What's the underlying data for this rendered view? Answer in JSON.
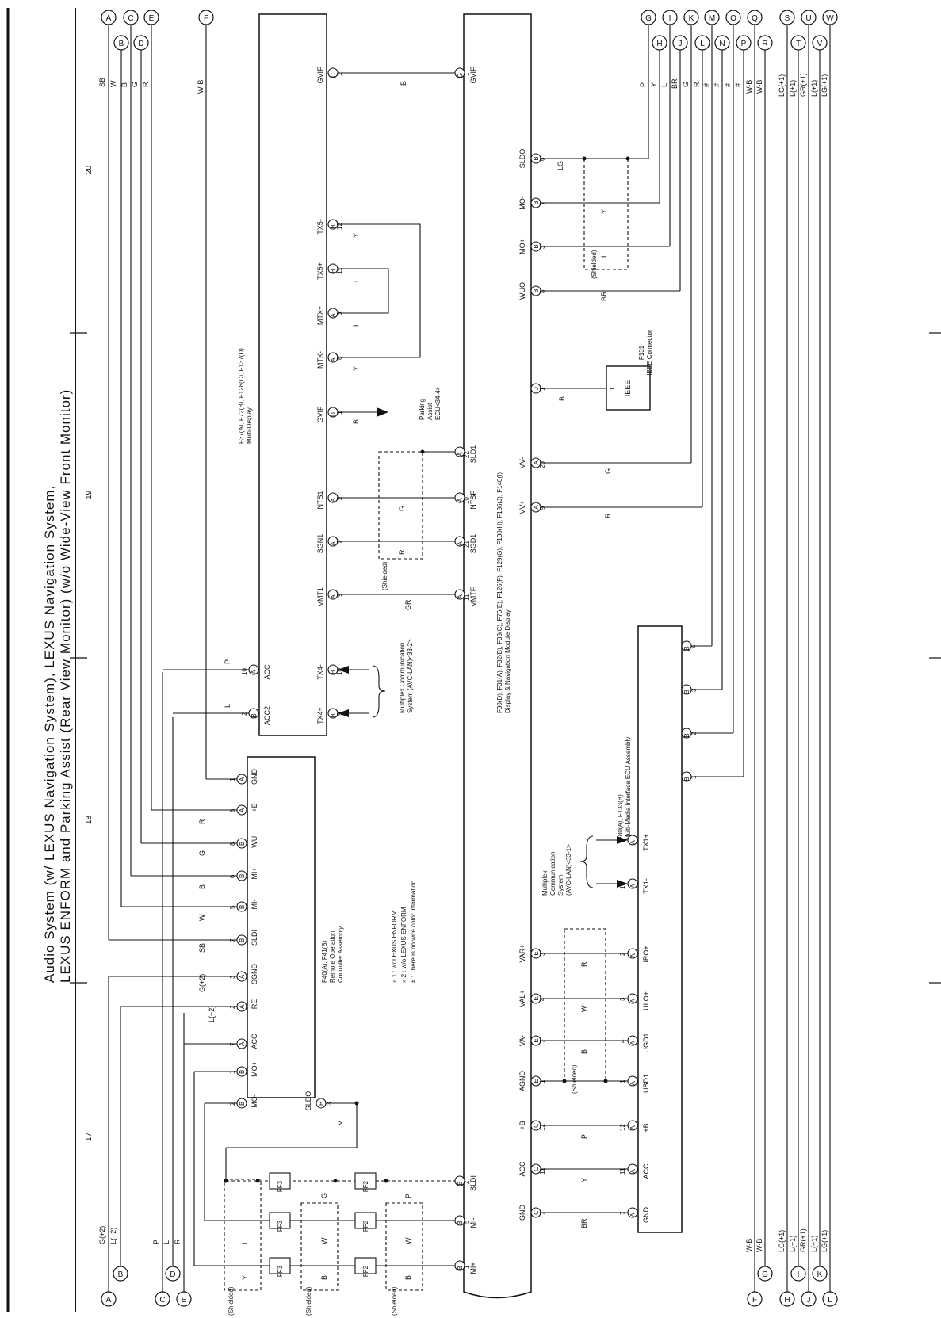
{
  "title": {
    "line1": "Audio System (w/ LEXUS Navigation System),  LEXUS Navigation System,",
    "line2": "LEXUS ENFORM and Parking Assist (Rear View Monitor) (w/o Wide-View Front Monitor)"
  },
  "grid_numbers": [
    "17",
    "18",
    "19",
    "20"
  ],
  "left_connectors": {
    "top": [
      "A",
      "B",
      "C",
      "D",
      "E",
      "F"
    ],
    "bottom": [
      "A",
      "B",
      "C",
      "D",
      "E"
    ],
    "wire_colors_top": [
      "SB",
      "W",
      "B",
      "G",
      "R",
      "W-B"
    ],
    "wire_colors_bottom": [
      "G(+2)",
      "L(+2)",
      "P",
      "L",
      "R"
    ]
  },
  "right_connectors": {
    "top": [
      "G",
      "H",
      "I",
      "J",
      "K",
      "L",
      "M",
      "N",
      "O",
      "P",
      "Q",
      "R",
      "S",
      "T",
      "U",
      "V",
      "W"
    ],
    "bottom": [
      "F",
      "G",
      "H",
      "I",
      "J",
      "K",
      "L"
    ],
    "wire_colors_top": [
      "P",
      "Y",
      "L",
      "BR",
      "G",
      "R",
      "#",
      "#",
      "#",
      "#",
      "W-B",
      "W-B",
      "LG(+1)",
      "L(+1)",
      "GR(+1)",
      "L(+1)",
      "LG(+1)"
    ],
    "wire_colors_bottom": [
      "W-B",
      "W-B",
      "LG(+1)",
      "L(+1)",
      "GR(+1)",
      "L(+1)",
      "LG(+1)"
    ]
  },
  "multi_display": {
    "label1": "F37(A), F72(B), F128(C), F137(D)",
    "label2": "Multi-Display",
    "pins": [
      {
        "num": "1",
        "conn": "C",
        "name": "GVIF"
      },
      {
        "num": "12",
        "conn": "B",
        "name": "TX5-"
      },
      {
        "num": "11",
        "conn": "B",
        "name": "TX5+"
      },
      {
        "num": "3",
        "conn": "A",
        "name": "MTX+"
      },
      {
        "num": "8",
        "conn": "A",
        "name": "MTX-"
      },
      {
        "num": "1",
        "conn": "D",
        "name": "GVIF"
      },
      {
        "num": "2",
        "conn": "A",
        "name": "NTS1"
      },
      {
        "num": "7",
        "conn": "A",
        "name": "SGN1"
      },
      {
        "num": "9",
        "conn": "A",
        "name": "VMT1"
      },
      {
        "num": "10",
        "conn": "B",
        "name": "TX4-"
      },
      {
        "num": "9",
        "conn": "B",
        "name": "TX4+"
      },
      {
        "num": "10",
        "conn": "A",
        "name": "ACC"
      },
      {
        "num": "2",
        "conn": "B",
        "name": "ACC2"
      }
    ]
  },
  "display_nav": {
    "label1": "F30(D), F31(A), F32(B), F33(C), F76(E), F126(F), F129(G), F130(H), F136(J), F140(I)",
    "label2": "Display & Navigation Module Display",
    "pins": [
      {
        "num": "1",
        "conn": "G",
        "name": "GVIF"
      },
      {
        "num": "6",
        "conn": "B",
        "name": "SLDO"
      },
      {
        "num": "7",
        "conn": "B",
        "name": "MO-"
      },
      {
        "num": "3",
        "conn": "B",
        "name": "MO+"
      },
      {
        "num": "8",
        "conn": "B",
        "name": "WUO"
      },
      {
        "num": "1",
        "conn": "J",
        "name": ""
      },
      {
        "num": "22",
        "conn": "A",
        "name": "SLD1"
      },
      {
        "num": "10",
        "conn": "A",
        "name": "NTSF"
      },
      {
        "num": "21",
        "conn": "A",
        "name": "SGD1"
      },
      {
        "num": "11",
        "conn": "A",
        "name": "VMTF"
      },
      {
        "num": "20",
        "conn": "A",
        "name": "VV-"
      },
      {
        "num": "9",
        "conn": "A",
        "name": "VV+"
      },
      {
        "num": "3",
        "conn": "E",
        "name": "VAR+"
      },
      {
        "num": "4",
        "conn": "E",
        "name": "VAL+"
      },
      {
        "num": "7",
        "conn": "E",
        "name": "VA-"
      },
      {
        "num": "1",
        "conn": "E",
        "name": "AGND"
      },
      {
        "num": "12",
        "conn": "C",
        "name": "+B"
      },
      {
        "num": "11",
        "conn": "C",
        "name": "ACC"
      },
      {
        "num": "7",
        "conn": "C",
        "name": "GND"
      },
      {
        "num": "2",
        "conn": "B",
        "name": "SLDI"
      },
      {
        "num": "5",
        "conn": "B",
        "name": "MI-"
      },
      {
        "num": "1",
        "conn": "B",
        "name": "MI+"
      }
    ]
  },
  "remote_controller": {
    "label1": "F40(A), F41(B)",
    "label2": "Remote Operation",
    "label3": "Controller Assembly",
    "pins": [
      {
        "num": "1",
        "conn": "A",
        "name": "GND"
      },
      {
        "num": "8",
        "conn": "A",
        "name": "+B"
      },
      {
        "num": "8",
        "conn": "B",
        "name": "WUI"
      },
      {
        "num": "6",
        "conn": "B",
        "name": "MI+"
      },
      {
        "num": "5",
        "conn": "B",
        "name": "MI-"
      },
      {
        "num": "7",
        "conn": "B",
        "name": "SLDI"
      },
      {
        "num": "3",
        "conn": "A",
        "name": "SGND"
      },
      {
        "num": "2",
        "conn": "A",
        "name": "RE"
      },
      {
        "num": "7",
        "conn": "A",
        "name": "ACC"
      },
      {
        "num": "1",
        "conn": "B",
        "name": "MO+"
      },
      {
        "num": "2",
        "conn": "B",
        "name": "MO-"
      },
      {
        "num": "3",
        "conn": "B",
        "name": "SLDO"
      }
    ]
  },
  "mmi_ecu": {
    "label1": "F80(A), F133(B)",
    "label2": "Multi-Media Interface ECU Assembly",
    "pins": [
      {
        "num": "4",
        "conn": "B",
        "name": ""
      },
      {
        "num": "3",
        "conn": "B",
        "name": ""
      },
      {
        "num": "2",
        "conn": "B",
        "name": ""
      },
      {
        "num": "1",
        "conn": "B",
        "name": ""
      },
      {
        "num": "9",
        "conn": "A",
        "name": "TX1+"
      },
      {
        "num": "10",
        "conn": "A",
        "name": "TX1-"
      },
      {
        "num": "2",
        "conn": "A",
        "name": "URO+"
      },
      {
        "num": "3",
        "conn": "A",
        "name": "ULO+"
      },
      {
        "num": "4",
        "conn": "A",
        "name": "UGD1"
      },
      {
        "num": "1",
        "conn": "A",
        "name": "USD1"
      },
      {
        "num": "12",
        "conn": "A",
        "name": "+B"
      },
      {
        "num": "11",
        "conn": "A",
        "name": "ACC"
      },
      {
        "num": "7",
        "conn": "A",
        "name": "GND"
      }
    ]
  },
  "ieee": {
    "label1": "F131",
    "label2": "IEEE Connector",
    "inner": "IEEE",
    "pin": "1"
  },
  "parking_assist": {
    "line1": "Parking",
    "line2": "Assist",
    "line3": "ECU<34-4>"
  },
  "mux_comm_upper": {
    "line1": "Multiplex Communication",
    "line2": "System (AVC-LAN)<33-2>"
  },
  "mux_comm_lower": {
    "line1": "Multiplex",
    "line2": "Communication",
    "line3": "System",
    "line4": "(AVC-LAN)<33-1>"
  },
  "notes": {
    "n1": "» 1 : w/ LEXUS ENFORM",
    "n2": "» 2 : w/o LEXUS ENFORM",
    "n3": "# : There is no wire color information."
  },
  "shielded_label": "(Shielded)",
  "junction_labels": [
    "FF3",
    "FF2"
  ],
  "wire_labels": {
    "gvif": "B",
    "tx5": "Y",
    "tx5p": "L",
    "mtxp": "L",
    "mtxm": "Y",
    "gvif2": "B",
    "nts": "G",
    "sgn": "R",
    "vmt": "GR",
    "acc": "P",
    "acc2": "L",
    "sldo": "LG",
    "mom": "Y",
    "mop": "L",
    "wuo": "BR",
    "ieee": "B",
    "vvm": "G",
    "vvp": "R",
    "var": "R",
    "val": "W",
    "vam": "B",
    "plusb": "P",
    "accw": "Y",
    "gnd": "BR",
    "rc_plusb": "R",
    "rc_wui": "G",
    "rc_mip": "B",
    "rc_mim": "W",
    "rc_sldi": "SB",
    "rc_sgnd": "G(+2)",
    "rc_re": "L(+2)",
    "rc_sldo": "V",
    "ff_a": "L",
    "ff_b": "W",
    "ff_c": "W",
    "ff_d": "Y",
    "ff_e": "B",
    "ff_f": "B",
    "ff_g": "G",
    "ff_h": "P"
  },
  "colors": {
    "line": "#111111",
    "background": "#ffffff"
  }
}
